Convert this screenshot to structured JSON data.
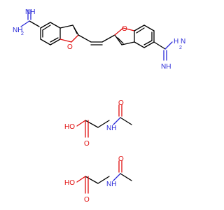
{
  "diagram": {
    "colors": {
      "carbon_bond": "#000000",
      "nitrogen": "#2a2ad8",
      "oxygen": "#e01010",
      "background": "#ffffff"
    },
    "atom_labels": {
      "nh_top_left": "NH",
      "nh2_top_left": "NH",
      "nh2_top_left_sub": "2",
      "o_furan_left": "O",
      "o_furan_right": "O",
      "nh2_right": "H",
      "nh2_right_n": "N",
      "nh2_right_sub": "2",
      "nh_right_bottom": "NH",
      "oh_1": "HO",
      "o_carbonyl_1": "O",
      "nh_amide_1": "NH",
      "o_amide_1": "O",
      "oh_2": "HO",
      "o_carbonyl_2": "O",
      "nh_amide_2": "NH",
      "o_amide_2": "O"
    }
  }
}
